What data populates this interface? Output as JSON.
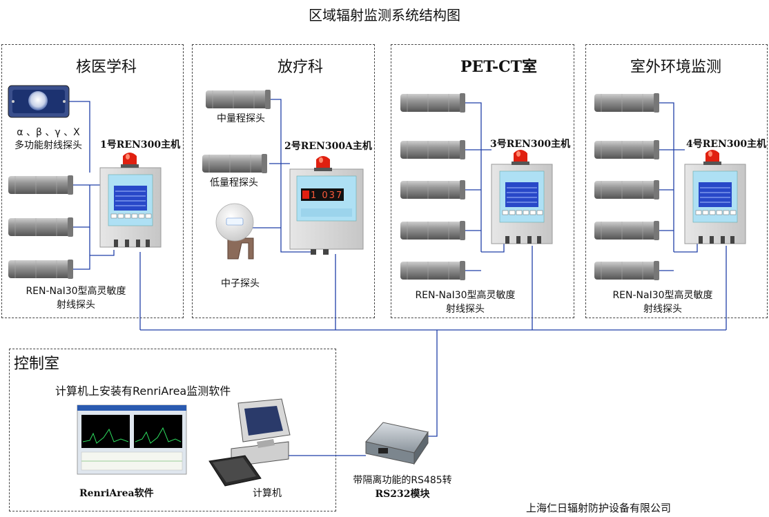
{
  "title": "区域辐射监测系统结构图",
  "departments": [
    {
      "name": "核医学科",
      "host": "1号REN300主机",
      "probe_label_line1": "REN-NaI30型高灵敏度",
      "probe_label_line2": "射线探头",
      "multi_probe_line1": "α 、β 、γ 、X",
      "multi_probe_line2": "多功能射线探头"
    },
    {
      "name": "放疗科",
      "host": "2号REN300A主机",
      "probe_mid": "中量程探头",
      "probe_low": "低量程探头",
      "probe_neutron": "中子探头",
      "display_value": "1 037"
    },
    {
      "name": "PET-CT室",
      "host": "3号REN300主机",
      "probe_label_line1": "REN-NaI30型高灵敏度",
      "probe_label_line2": "射线探头"
    },
    {
      "name": "室外环境监测",
      "host": "4号REN300主机",
      "probe_label_line1": "REN-NaI30型高灵敏度",
      "probe_label_line2": "射线探头"
    }
  ],
  "control_room": {
    "title": "控制室",
    "subtitle": "计算机上安装有RenriArea监测软件",
    "software_label": "RenriArea软件",
    "computer_label": "计算机"
  },
  "converter": {
    "line1": "带隔离功能的RS485转",
    "line2": "RS232模块"
  },
  "company": "上海仁日辐射防护设备有限公司",
  "colors": {
    "wire": "#1f3fa8",
    "probe": "#8a8a8a",
    "panel": "#aee0f4",
    "alarm": "#e02010"
  }
}
